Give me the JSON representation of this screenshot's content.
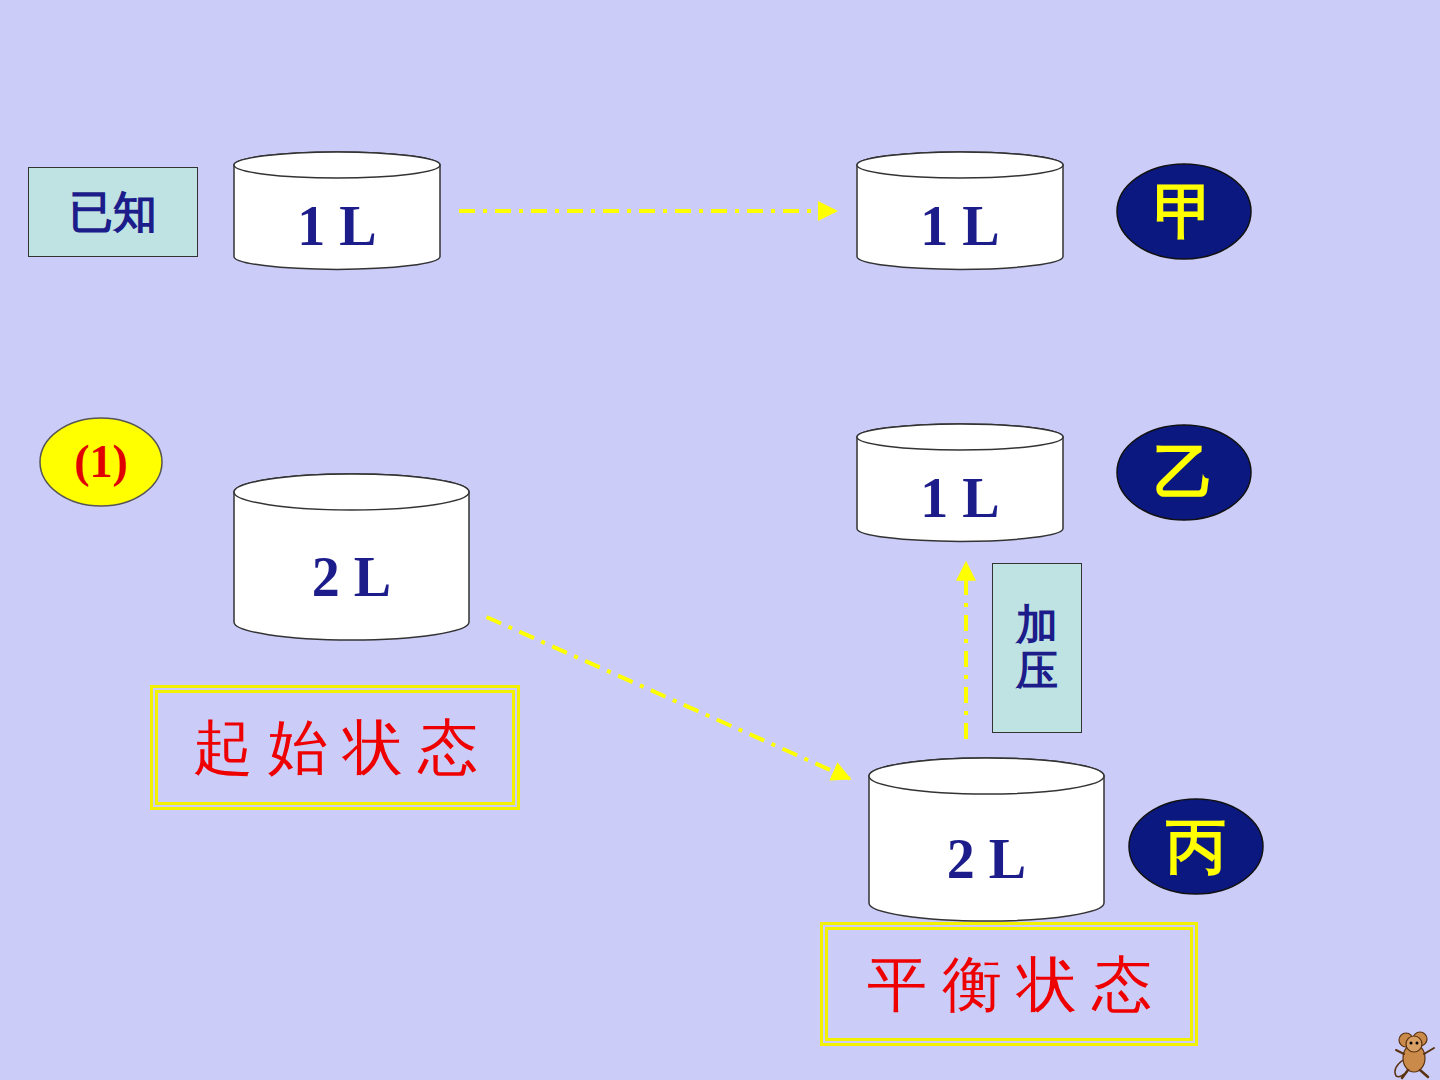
{
  "diagram": {
    "nodes": [
      {
        "text": [
          "已知"
        ]
      },
      {
        "text": [
          "1 L"
        ]
      },
      {
        "text": [
          "1 L"
        ]
      },
      {
        "text": [
          "甲"
        ]
      },
      {
        "text": [
          "(1)"
        ]
      },
      {
        "text": [
          "2 L"
        ]
      },
      {
        "text": [
          "1 L"
        ]
      },
      {
        "text": [
          "乙"
        ]
      },
      {
        "text": [
          "加压"
        ]
      },
      {
        "text": [
          "起始状态"
        ]
      },
      {
        "text": [
          "2 L"
        ]
      },
      {
        "text": [
          "丙"
        ]
      },
      {
        "text": [
          "平衡状态"
        ]
      }
    ],
    "edges": [
      {
        "from": 1,
        "to": 2,
        "arrow": "to"
      },
      {
        "from": 5,
        "to": 10,
        "arrow": "to"
      },
      {
        "from": 10,
        "to": 6,
        "arrow": "to"
      }
    ]
  }
}
